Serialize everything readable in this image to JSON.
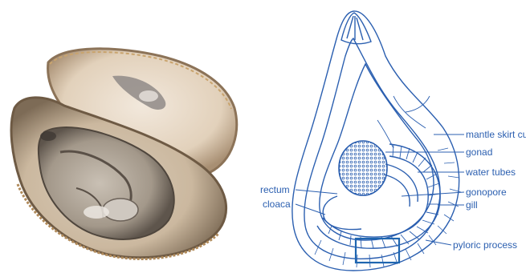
{
  "labels": {
    "mantle": "mantle skirt cu",
    "gonad": "gonad",
    "water_tubes": "water tubes",
    "rectum": "rectum",
    "gonopore": "gonopore",
    "cloaca": "cloaca",
    "gill": "gill",
    "pyloric": "pyloric process"
  },
  "colors": {
    "ink": "#2b5fb0",
    "highlight_box": "#1f66b0",
    "shell_outer": "#8a7a66",
    "shell_inner": "#e9ddcc",
    "flesh": "#b7ad9e"
  }
}
